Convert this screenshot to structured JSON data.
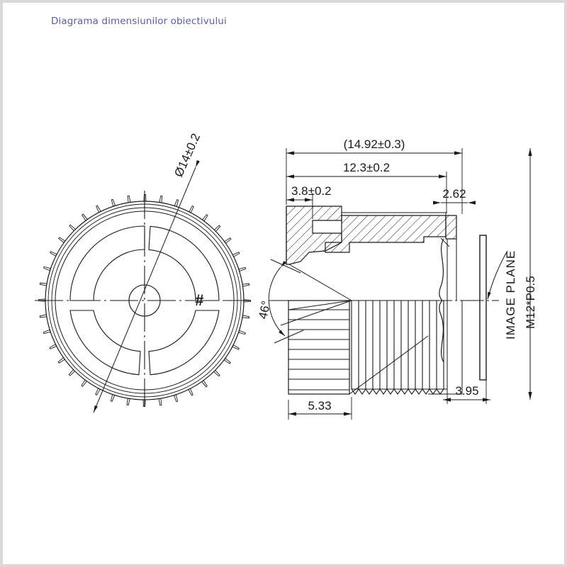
{
  "page": {
    "title": "Diagrama dimensiunilor obiectivului",
    "title_color": "#5a5f9e",
    "background": "#ffffff",
    "border_color": "#d9d9d9",
    "line_color": "#1a1a1a"
  },
  "drawing": {
    "type": "technical-dimension-drawing",
    "subject": "M12 board lens",
    "views": [
      {
        "name": "front-view",
        "description": "knurled lens ring with two C-shaped arc slots and center hub"
      },
      {
        "name": "section-view",
        "description": "cross-section side view with hatched housing, knurled grip, M12 thread and image plane"
      }
    ]
  },
  "dimensions": {
    "overall_length": "(14.92±0.3)",
    "body_length": "12.3±0.2",
    "front_flange": "3.8±0.2",
    "rear_step": "2.62",
    "knurl_length": "5.33",
    "thread_to_image": "3.95",
    "outer_diameter": "Ø14±0.2",
    "cone_angle": "46°",
    "image_plane_label": "IMAGE PLANE",
    "thread_spec": "M12*P0.5",
    "knurl_symbol": "#"
  }
}
